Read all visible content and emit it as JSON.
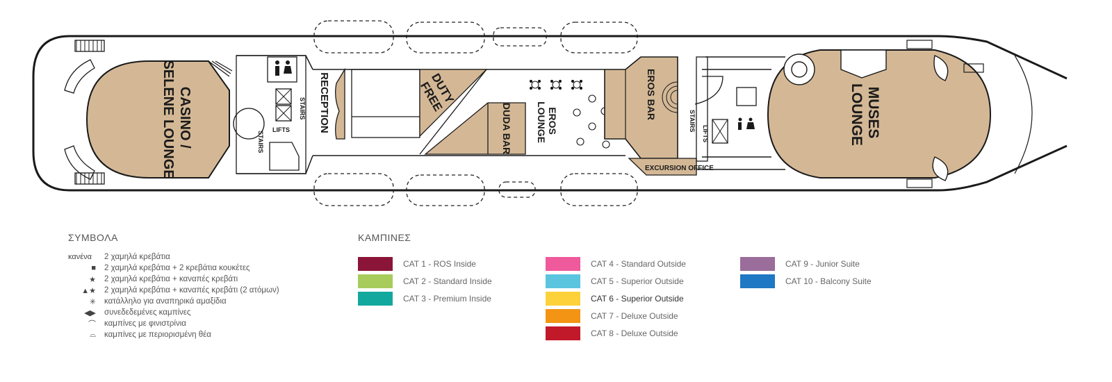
{
  "deck_plan": {
    "rooms": {
      "casino": [
        "CASINO /",
        "SELENE LOUNGE"
      ],
      "reception": "RECEPTION",
      "duty_free": [
        "DUTY",
        "FREE"
      ],
      "duda_bar": "DUDA BAR",
      "eros_lounge": [
        "EROS",
        "LOUNGE"
      ],
      "eros_bar": "EROS BAR",
      "muses_lounge": [
        "MUSES",
        "LOUNGE"
      ],
      "excursion_office": "EXCURSION OFFICE"
    },
    "service_labels": {
      "stairs": "STAIRS",
      "lifts": "LIFTS"
    },
    "colors": {
      "venue": "#d4b896",
      "line": "#1a1a1a"
    }
  },
  "legend": {
    "symbols_title": "ΣΥΜΒΟΛΑ",
    "symbols": [
      {
        "glyph": "κανένα",
        "text": "2 χαμηλά κρεβάτια"
      },
      {
        "glyph": "■",
        "text": "2 χαμηλά κρεβάτια + 2 κρεβάτια κουκέτες"
      },
      {
        "glyph": "★",
        "text": "2 χαμηλά κρεβάτια + καναπές κρεβάτι"
      },
      {
        "glyph": "▲★",
        "text": "2 χαμηλά κρεβάτια + καναπές κρεβάτι (2 ατόμων)"
      },
      {
        "glyph": "✳",
        "text": "κατάλληλο για αναπηρικά αμαξίδια"
      },
      {
        "glyph": "◀▶",
        "text": "συνεδεδεμένες καμπίνες"
      },
      {
        "glyph": "⌒",
        "text": "καμπίνες με φινιστρίνια"
      },
      {
        "glyph": "⌓",
        "text": "καμπίνες με περιορισμένη θέα"
      }
    ],
    "cabins_title": "ΚΑΜΠΙΝΕΣ",
    "cabins": [
      {
        "label": "CAT 1 - ROS Inside",
        "color": "#8b1538"
      },
      {
        "label": "CAT 2 - Standard Inside",
        "color": "#a8cc5c"
      },
      {
        "label": "CAT 3 - Premium Inside",
        "color": "#13a89e"
      },
      {
        "label": "CAT 4 - Standard Outside",
        "color": "#ee5a9c"
      },
      {
        "label": "CAT 5 - Superior Outside",
        "color": "#5bc5e0"
      },
      {
        "label": "CAT 6 - Superior Outside",
        "color": "#fdd13a"
      },
      {
        "label": "CAT 7 - Deluxe Outside",
        "color": "#f39414"
      },
      {
        "label": "CAT 8 - Deluxe Outside",
        "color": "#c1192a"
      },
      {
        "label": "CAT 9 - Junior Suite",
        "color": "#9a6d9a"
      },
      {
        "label": "CAT 10 - Balcony Suite",
        "color": "#1f78c4"
      }
    ]
  }
}
